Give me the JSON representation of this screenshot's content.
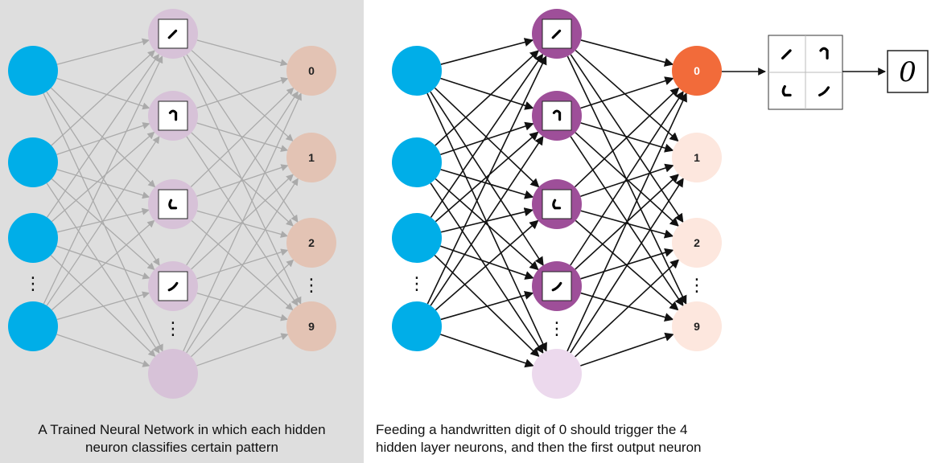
{
  "left_panel": {
    "caption": "A Trained Neural Network in which each hidden\nneuron classifies certain pattern",
    "background": "#dedede",
    "colors": {
      "input": "#00aee8",
      "hidden": "#d7c2d8",
      "output": "#e3c3b4",
      "edge": "#aaaaaa"
    }
  },
  "right_panel": {
    "caption": "Feeding a handwritten digit of 0 should trigger the 4\nhidden layer neurons, and then the first output neuron",
    "colors": {
      "input": "#00aee8",
      "hidden_active": "#9e4f99",
      "hidden_inactive": "#ecd9ed",
      "output_active": "#f26b3a",
      "output_inactive": "#fde7de",
      "edge": "#111111"
    }
  },
  "network": {
    "output_labels": [
      "0",
      "1",
      "2",
      "9"
    ],
    "ellipsis": "⋮",
    "hidden_patterns": [
      "stroke-top-left",
      "stroke-top-right",
      "stroke-bottom-left",
      "stroke-bottom-right"
    ]
  },
  "composite": {
    "final_digit": "0"
  }
}
